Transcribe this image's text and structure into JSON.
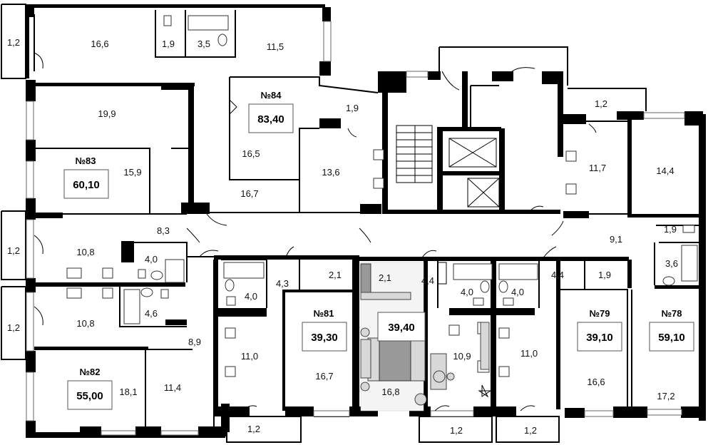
{
  "apartments": [
    {
      "id": "a84",
      "number": "№84",
      "area": "83,40"
    },
    {
      "id": "a83",
      "number": "№83",
      "area": "60,10"
    },
    {
      "id": "a82",
      "number": "№82",
      "area": "55,00"
    },
    {
      "id": "a81",
      "number": "№81",
      "area": "39,30"
    },
    {
      "id": "a80",
      "number": "",
      "area": "39,40"
    },
    {
      "id": "a79",
      "number": "№79",
      "area": "39,10"
    },
    {
      "id": "a78",
      "number": "№78",
      "area": "59,10"
    }
  ],
  "rooms": {
    "r1": "1,2",
    "r2": "16,6",
    "r3": "1,9",
    "r4": "3,5",
    "r5": "11,5",
    "r6": "19,9",
    "r7": "1,9",
    "r8": "16,5",
    "r9": "15,9",
    "r10": "13,6",
    "r11": "16,7",
    "r12": "8,3",
    "r13": "1,2",
    "r14": "10,8",
    "r15": "4,0",
    "r16": "10,8",
    "r17": "4,6",
    "r18": "1,2",
    "r19": "8,9",
    "r20": "18,1",
    "r21": "11,4",
    "r22": "4,0",
    "r23": "4,3",
    "r24": "2,1",
    "r25": "11,0",
    "r26": "16,7",
    "r27": "1,2",
    "r28": "2,1",
    "r29": "4,4",
    "r30": "4,0",
    "r31": "16,8",
    "r32": "10,9",
    "r33": "1,2",
    "r34": "4,0",
    "r35": "4,4",
    "r36": "1,9",
    "r37": "11,0",
    "r38": "16,6",
    "r39": "1,2",
    "r40": "1,2",
    "r41": "11,7",
    "r42": "14,4",
    "r43": "9,1",
    "r44": "1,9",
    "r45": "3,6",
    "r46": "17,2"
  }
}
